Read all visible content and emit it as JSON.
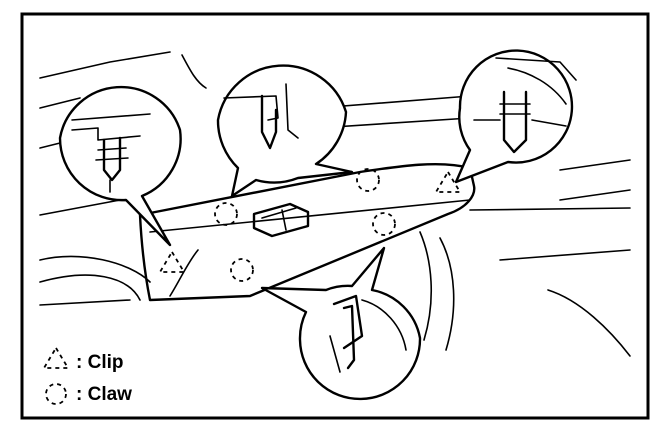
{
  "legend": {
    "clip_label": ": Clip",
    "claw_label": ": Claw"
  },
  "icons": {
    "clip": "dashed-triangle",
    "claw": "dashed-circle"
  },
  "colors": {
    "ink": "#000000",
    "background": "#ffffff"
  }
}
